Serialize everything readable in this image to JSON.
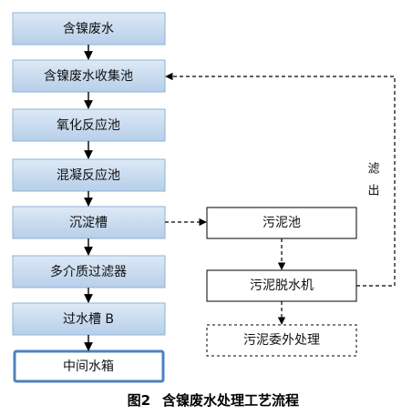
{
  "process_steps": [
    "含镍废水",
    "含镍废水收集池",
    "氧化反应池",
    "混凝反应池",
    "沉淀槽",
    "多介质过滤器",
    "过水槽 B",
    "中间水箱"
  ],
  "sludge_branch": {
    "tank": "污泥池",
    "dewater": "污泥脱水机",
    "outsource": "污泥委外处理"
  },
  "filtrate_label": [
    "滤",
    "出"
  ],
  "caption": {
    "figure": "图2",
    "text": "含镍废水处理工艺流程"
  },
  "colors": {
    "box_fill_top": "#dde9f6",
    "box_fill_bottom": "#b7cfe9",
    "box_border": "#8eb3d6",
    "final_border": "#4f81bd"
  }
}
